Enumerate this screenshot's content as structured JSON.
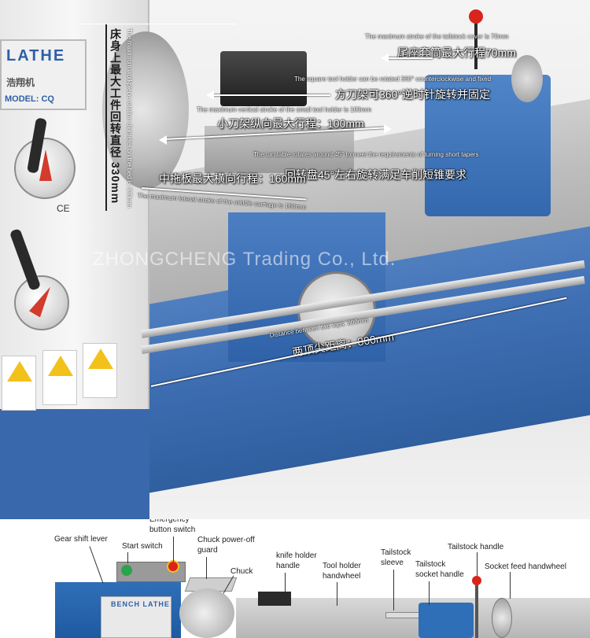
{
  "top": {
    "brand": {
      "lathe": "LATHE",
      "chinese": "浩翔机",
      "model": "MODEL: CQ"
    },
    "swing_cn": "床身上最大工件回转直径 330mm",
    "swing_en": "The maximum workpiece rotation diameter on the bed is 330mm",
    "tail_en": "The maximum stroke of the tailstock cover is 70mm",
    "tail_cn": "尾座套筒最大行程70mm",
    "toolholder_en": "The square tool holder can be rotated 360° counterclockwise and fixed",
    "toolholder_cn": "方刀架可360°逆时针旋转并固定",
    "small_en": "The maximum vertical stroke of the small tool holder is 100mm",
    "small_cn": "小刀架纵向最大行程：100mm",
    "turntable_en": "The turntable rotates around 45° to meet the requirements of turning short tapers",
    "turntable_cn": "回转盘45°左右旋转满足车削短锥要求",
    "middle_cn": "中拖板最大横向行程：160mm",
    "middle_en": "The maximum lateral stroke of the middle carriage is 160mm",
    "watermark": "ZHONGCHENG Trading Co., Ltd.",
    "distance_en": "Distance between two tops: 800mm",
    "distance_cn": "两顶尖距离：800mm",
    "ce": "CE"
  },
  "bottom": {
    "plate": "BENCH LATHE",
    "labels": {
      "emergency": "Emergency\nbutton switch",
      "gear": "Gear shift lever",
      "start": "Start switch",
      "chuck_guard": "Chuck power-off\nguard",
      "chuck": "Chuck",
      "knife": "knife holder\nhandle",
      "tool_wheel": "Tool holder\nhandwheel",
      "sleeve": "Tailstock\nsleeve",
      "tail_socket": "Tailstock\nsocket handle",
      "tail_handle": "Tailstock handle",
      "socket_feed": "Socket feed handwheel"
    }
  },
  "colors": {
    "machine_blue": "#3a68ad",
    "knob_red": "#d9241c",
    "start_green": "#2aa34b"
  }
}
